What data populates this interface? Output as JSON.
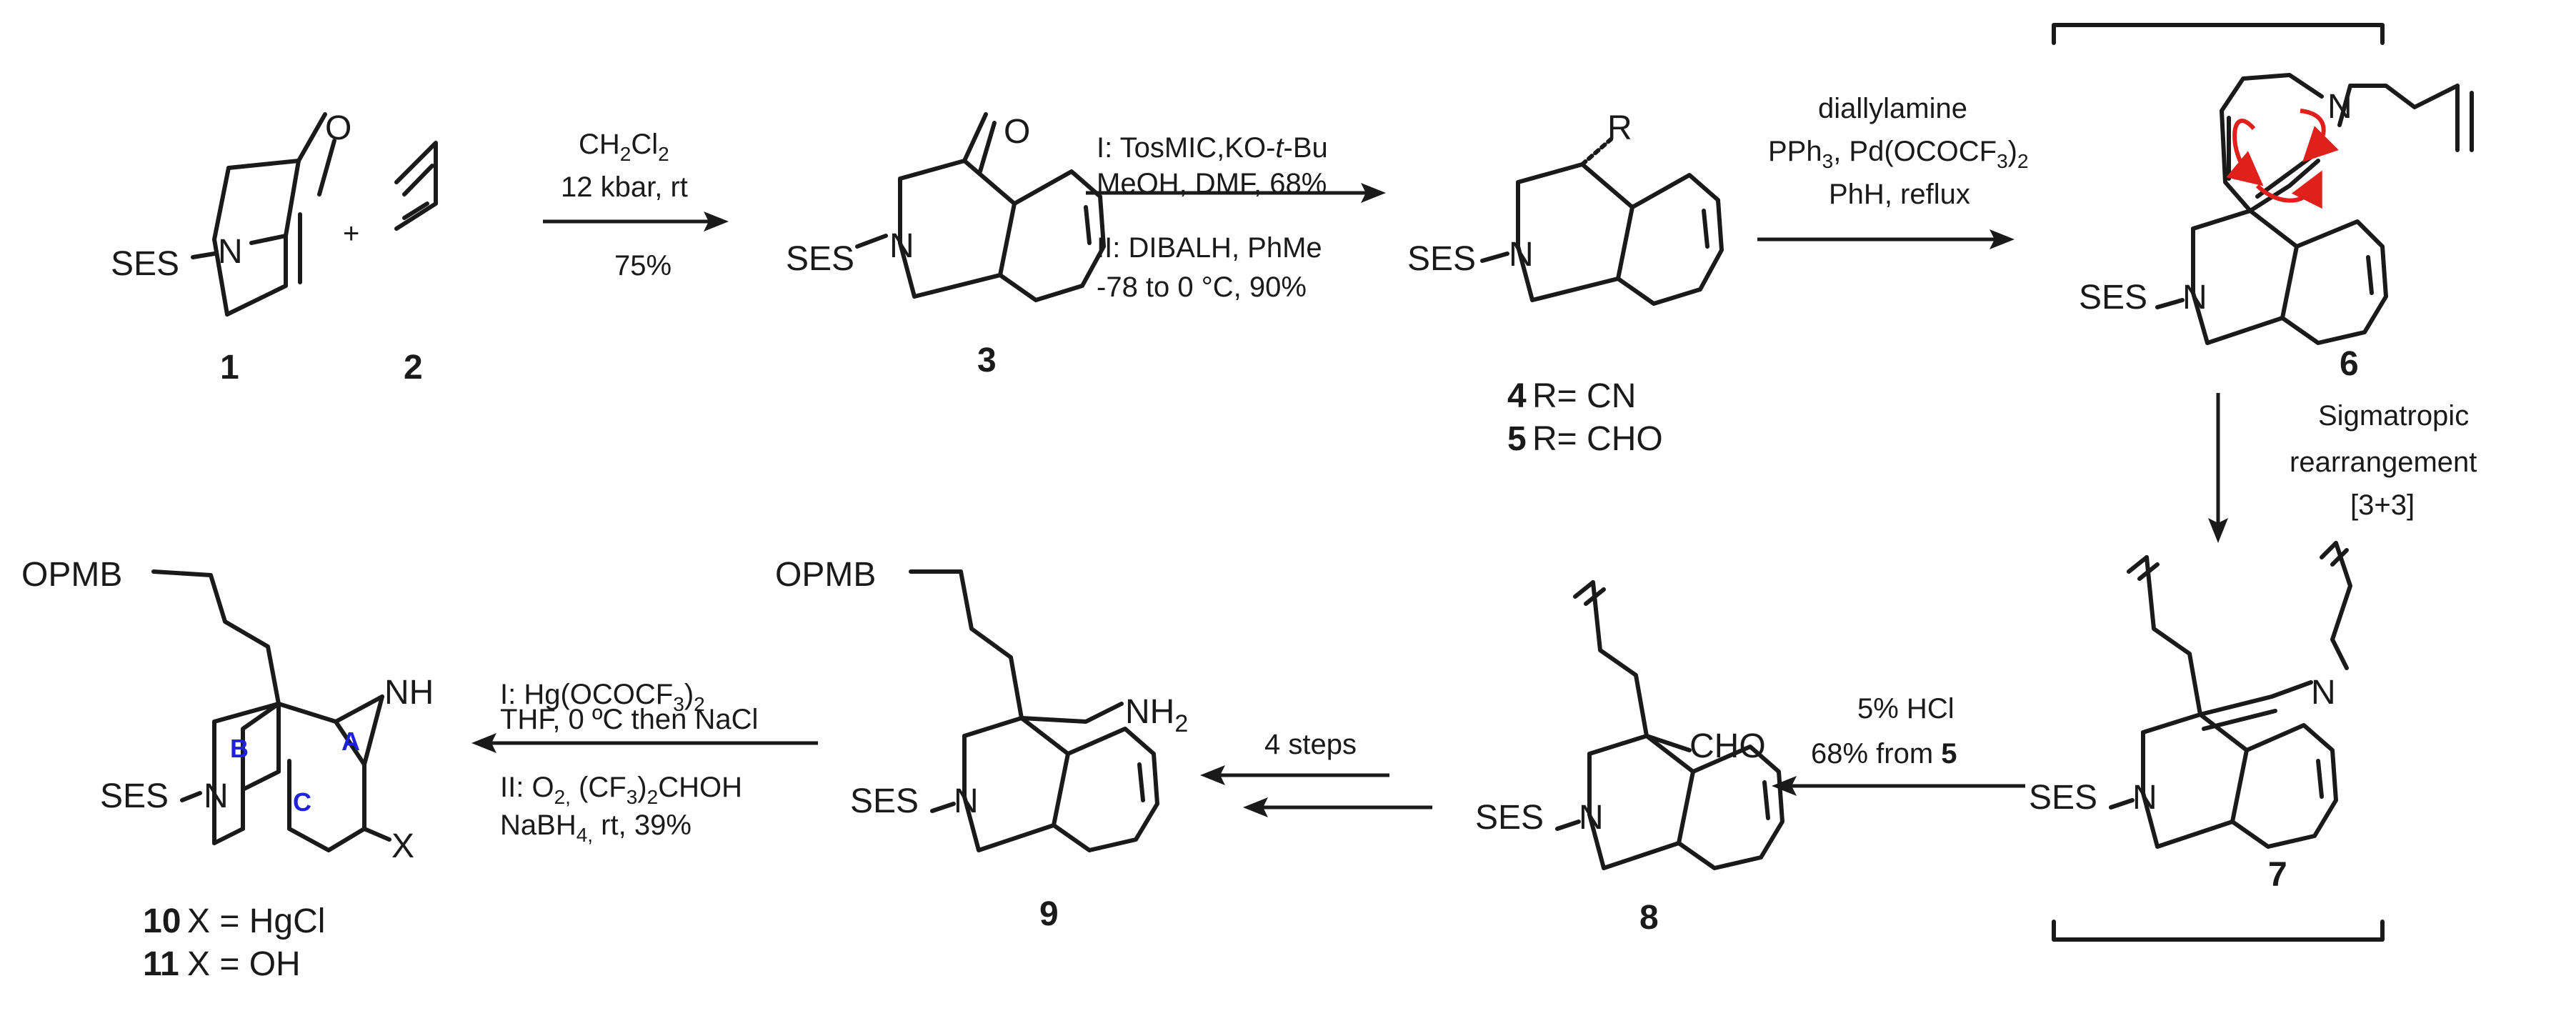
{
  "compounds": {
    "c1": {
      "number": "1",
      "ses": "SES",
      "n": "N",
      "o": "O"
    },
    "c2": {
      "number": "2"
    },
    "c3": {
      "number": "3",
      "ses": "SES",
      "n": "N",
      "o": "O"
    },
    "c45": {
      "number4": "4",
      "r4": "R= CN",
      "number5": "5",
      "r5": "R= CHO",
      "ses": "SES",
      "n": "N",
      "r": "R"
    },
    "c6": {
      "number": "6",
      "ses": "SES",
      "n": "N",
      "n2": "N"
    },
    "c7": {
      "number": "7",
      "ses": "SES",
      "n": "N",
      "n2": "N"
    },
    "c8": {
      "number": "8",
      "ses": "SES",
      "n": "N",
      "cho": "CHO"
    },
    "c9": {
      "number": "9",
      "ses": "SES",
      "n": "N",
      "opmb": "OPMB",
      "nh2": "NH",
      "nh2sub": "2"
    },
    "c1011": {
      "number10": "10",
      "x10": "X = HgCl",
      "number11": "11",
      "x11": "X = OH",
      "ses": "SES",
      "n": "N",
      "opmb": "OPMB",
      "nh": "NH",
      "x": "X",
      "ringA": "A",
      "ringB": "B",
      "ringC": "C"
    }
  },
  "plus_sign": "+",
  "reactions": {
    "r1": {
      "line1_pre": "CH",
      "line1_sub1": "2",
      "line1_mid": "Cl",
      "line1_sub2": "2",
      "line2": "12 kbar, rt",
      "line3": "75%"
    },
    "r2": {
      "line1_pre": "I: TosMIC,KO-",
      "line1_it": "t",
      "line1_post": "-Bu",
      "line2": "MeOH, DMF, 68%",
      "line3": "II: DIBALH, PhMe",
      "line4": "-78 to 0 °C, 90%"
    },
    "r3": {
      "line1": "diallylamine",
      "line2_pre": "PPh",
      "line2_sub1": "3",
      "line2_mid": ", Pd(OCOCF",
      "line2_sub2": "3",
      "line2_post": ")",
      "line2_sub3": "2",
      "line3": "PhH, reflux"
    },
    "r4": {
      "line1": "Sigmatropic",
      "line2": "rearrangement",
      "line3": "[3+3]"
    },
    "r5": {
      "line1": "5% HCl",
      "line2_pre": "68% from ",
      "line2_bold": "5"
    },
    "r6": {
      "line1": "4 steps"
    },
    "r7": {
      "line1_pre": "I: Hg(OCOCF",
      "line1_sub1": "3",
      "line1_post": ")",
      "line1_sub2": "2",
      "line2": "THF, 0 ºC then NaCl",
      "line3_pre": "II: O",
      "line3_sub1": "2,",
      "line3_mid": " (CF",
      "line3_sub2": "3",
      "line3_post": ")",
      "line3_sub3": "2",
      "line3_end": "CHOH",
      "line4_pre": "NaBH",
      "line4_sub": "4,",
      "line4_post": " rt, 39%"
    }
  },
  "colors": {
    "ink": "#1a1a1a",
    "curved_arrows": "#e0201a",
    "ring_labels": "#1f22d8"
  }
}
